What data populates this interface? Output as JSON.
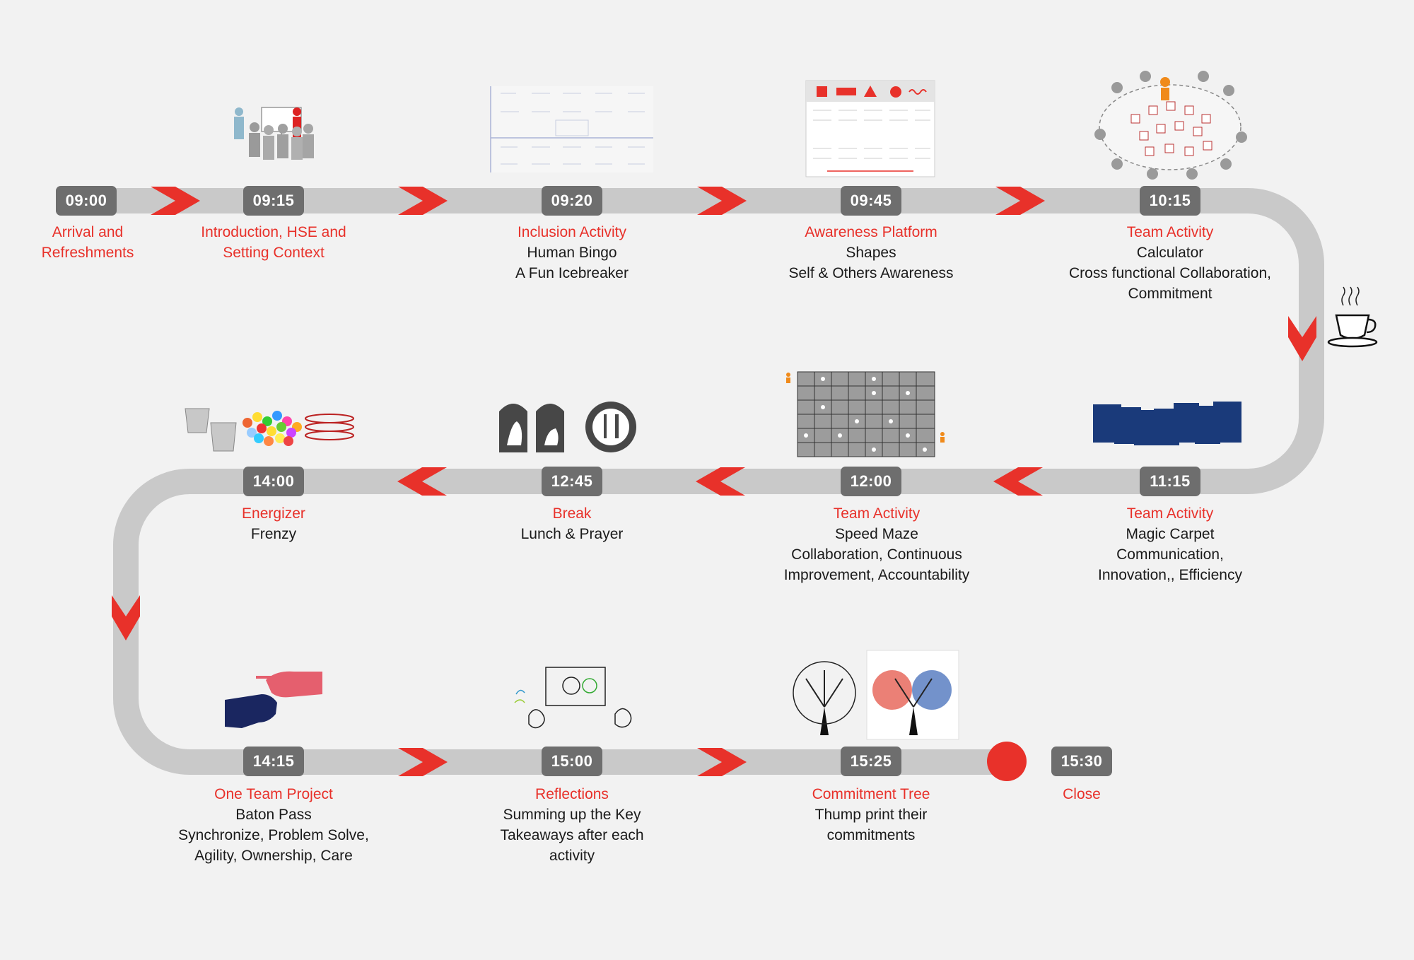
{
  "stops": [
    {
      "id": "arrival",
      "time": "09:00",
      "title_lines": [
        "Arrival and",
        "Refreshments"
      ],
      "lines": []
    },
    {
      "id": "introduction",
      "time": "09:15",
      "title_lines": [
        "Introduction, HSE and",
        "Setting Context"
      ],
      "lines": []
    },
    {
      "id": "inclusion",
      "time": "09:20",
      "title_lines": [
        "Inclusion Activity"
      ],
      "lines": [
        "Human Bingo",
        "A Fun Icebreaker"
      ]
    },
    {
      "id": "awareness",
      "time": "09:45",
      "title_lines": [
        "Awareness Platform"
      ],
      "lines": [
        "Shapes",
        "Self & Others Awareness"
      ]
    },
    {
      "id": "calculator",
      "time": "10:15",
      "title_lines": [
        "Team Activity"
      ],
      "lines": [
        "Calculator",
        "Cross functional Collaboration,",
        "Commitment"
      ]
    },
    {
      "id": "magic-carpet",
      "time": "11:15",
      "title_lines": [
        "Team Activity"
      ],
      "lines": [
        "Magic Carpet",
        "Communication,",
        "Innovation,, Efficiency"
      ]
    },
    {
      "id": "speed-maze",
      "time": "12:00",
      "title_lines": [
        "Team Activity"
      ],
      "lines": [
        "Speed Maze",
        "Collaboration, Continuous",
        "Improvement, Accountability"
      ]
    },
    {
      "id": "break",
      "time": "12:45",
      "title_lines": [
        "Break"
      ],
      "lines": [
        "Lunch & Prayer"
      ]
    },
    {
      "id": "energizer",
      "time": "14:00",
      "title_lines": [
        "Energizer"
      ],
      "lines": [
        "Frenzy"
      ]
    },
    {
      "id": "one-team",
      "time": "14:15",
      "title_lines": [
        "One Team Project"
      ],
      "lines": [
        "Baton Pass",
        "Synchronize, Problem Solve,",
        "Agility, Ownership, Care"
      ]
    },
    {
      "id": "reflections",
      "time": "15:00",
      "title_lines": [
        "Reflections"
      ],
      "lines": [
        "Summing up the Key",
        "Takeaways after each",
        "activity"
      ]
    },
    {
      "id": "commitment-tree",
      "time": "15:25",
      "title_lines": [
        "Commitment Tree"
      ],
      "lines": [
        "Thump print their",
        "commitments"
      ]
    },
    {
      "id": "close",
      "time": "15:30",
      "title_lines": [
        "Close"
      ],
      "lines": []
    }
  ],
  "colors": {
    "accent": "#e8312a",
    "track": "#c9c9c9",
    "badge": "#6e6e6e",
    "text": "#1a1a1a"
  },
  "icons": {
    "introduction": "presentation-people-icon",
    "inclusion": "bingo-sheet-icon",
    "awareness": "shapes-card-icon",
    "calculator": "circle-team-icon",
    "coffee": "coffee-cup-icon",
    "magic-carpet": "carpet-tiles-icon",
    "speed-maze": "maze-grid-icon",
    "break": "prayer-lunch-icon",
    "energizer": "buckets-balls-hoops-icon",
    "one-team": "baton-hands-icon",
    "reflections": "reflection-sketch-icon",
    "commitment-tree": "trees-icon"
  }
}
